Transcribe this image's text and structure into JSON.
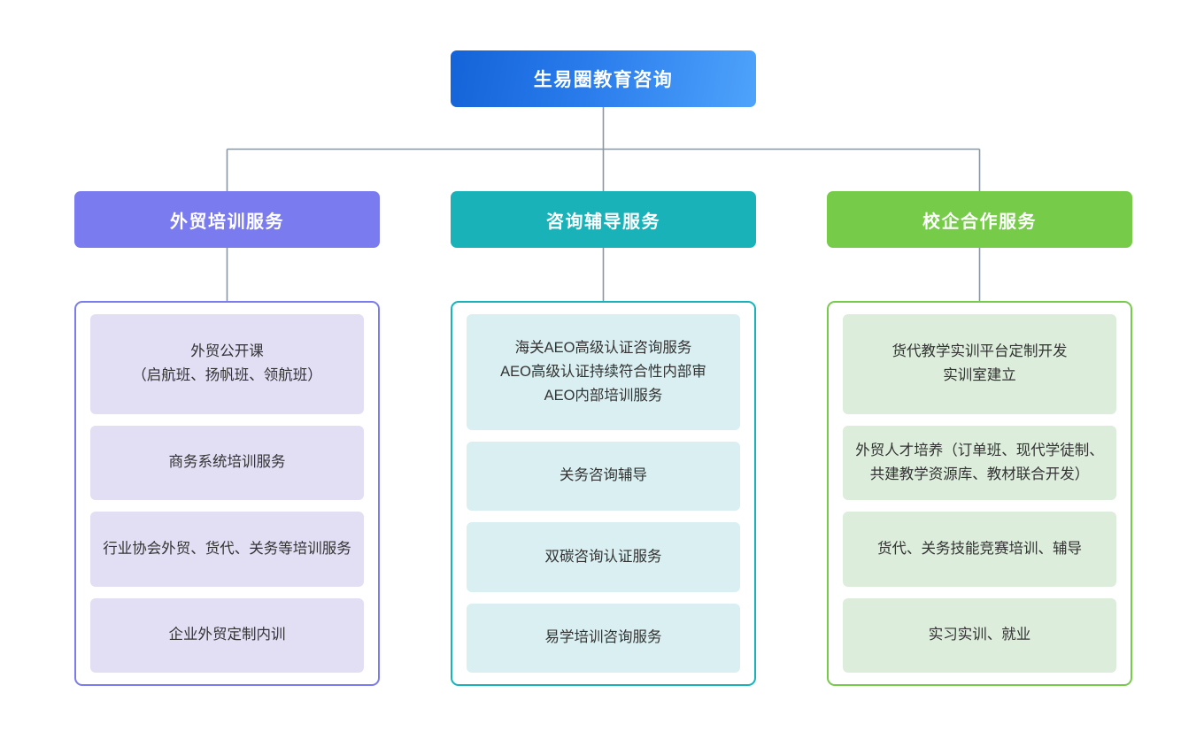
{
  "diagram": {
    "type": "organization-chart",
    "root": {
      "label": "生易圈教育咨询",
      "color": "#2a7cec"
    },
    "branches": [
      {
        "label": "外贸培训服务",
        "color": "#7b7bf0",
        "item_bg": "#e2dff5",
        "items": [
          {
            "text": "外贸公开课\n（启航班、扬帆班、领航班）"
          },
          {
            "text": "商务系统培训服务"
          },
          {
            "text": "行业协会外贸、货代、关务等培训服务"
          },
          {
            "text": "企业外贸定制内训"
          }
        ]
      },
      {
        "label": "咨询辅导服务",
        "color": "#19b2b8",
        "item_bg": "#d9eff1",
        "items": [
          {
            "text": "海关AEO高级认证咨询服务\nAEO高级认证持续符合性内部审\nAEO内部培训服务"
          },
          {
            "text": "关务咨询辅导"
          },
          {
            "text": "双碳咨询认证服务"
          },
          {
            "text": "易学培训咨询服务"
          }
        ]
      },
      {
        "label": "校企合作服务",
        "color": "#76cc48",
        "item_bg": "#dceddb",
        "items": [
          {
            "text": "货代教学实训平台定制开发\n实训室建立"
          },
          {
            "text": "外贸人才培养（订单班、现代学徒制、共建教学资源库、教材联合开发）"
          },
          {
            "text": "货代、关务技能竞赛培训、辅导"
          },
          {
            "text": "实习实训、就业"
          }
        ]
      }
    ],
    "connector_color": "#8a97a3"
  }
}
